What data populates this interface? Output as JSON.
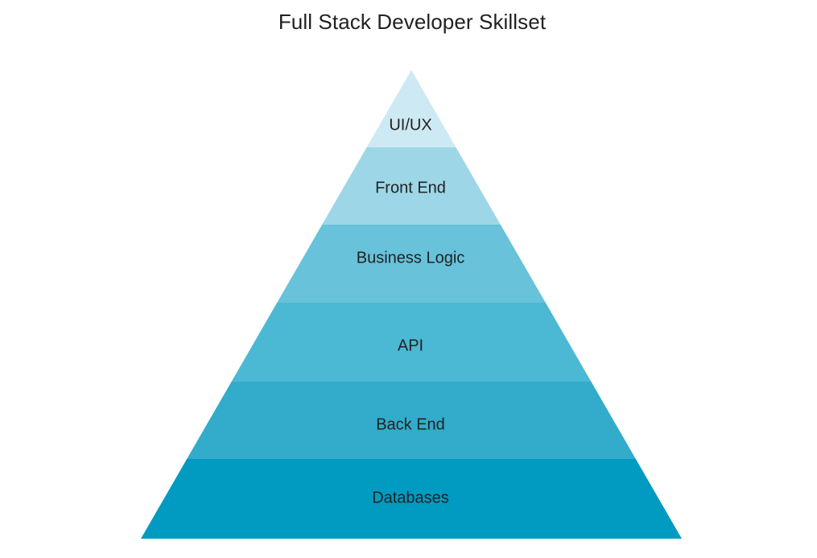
{
  "title": "Full Stack Developer Skillset",
  "layers": [
    {
      "label": "UI/UX",
      "color": "#cde9f3"
    },
    {
      "label": "Front End",
      "color": "#9dd6e7"
    },
    {
      "label": "Business Logic",
      "color": "#67c2da"
    },
    {
      "label": "API",
      "color": "#4bb8d4"
    },
    {
      "label": "Back End",
      "color": "#32acca"
    },
    {
      "label": "Databases",
      "color": "#019bc1"
    }
  ]
}
